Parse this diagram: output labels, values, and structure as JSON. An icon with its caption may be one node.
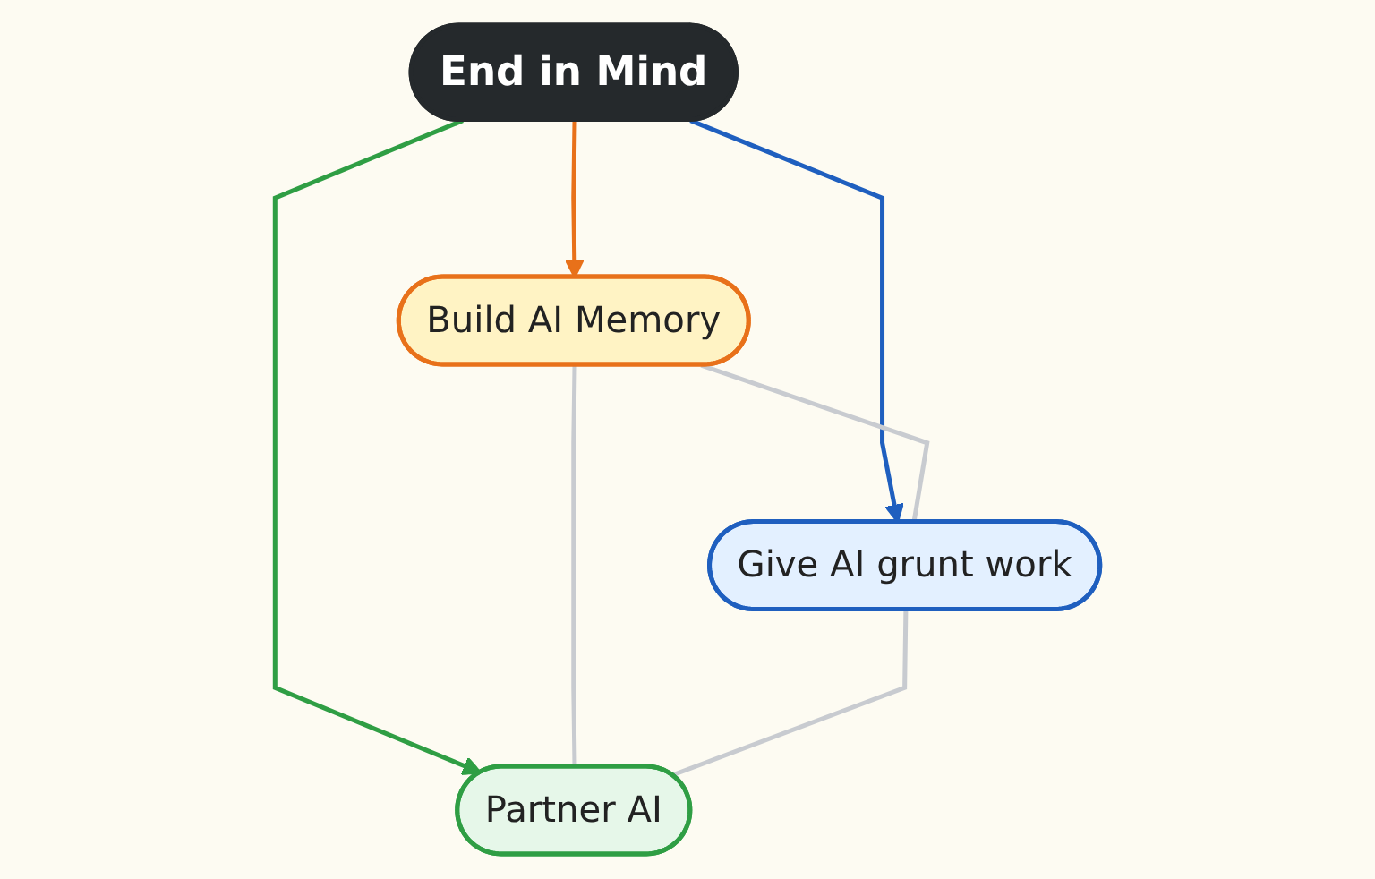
{
  "diagram": {
    "nodes": [
      {
        "text": [
          "Build AI Memory"
        ]
      },
      {
        "text": [
          "End in Mind"
        ]
      },
      {
        "text": [
          "Give AI grunt work"
        ]
      },
      {
        "text": [
          "Partner AI"
        ]
      }
    ],
    "edges": [
      {
        "from": 1,
        "to": 0,
        "arrow": "to",
        "color": "#e8711a"
      },
      {
        "from": 1,
        "to": 2,
        "arrow": "to",
        "color": "#1f5fbf"
      },
      {
        "from": 1,
        "to": 3,
        "arrow": "to",
        "color": "#2f9e44"
      },
      {
        "from": 0,
        "to": 2,
        "arrow": "none",
        "color": "#c8cbd0"
      },
      {
        "from": 0,
        "to": 3,
        "arrow": "none",
        "color": "#c8cbd0"
      },
      {
        "from": 2,
        "to": 3,
        "arrow": "none",
        "color": "#c8cbd0"
      }
    ]
  }
}
